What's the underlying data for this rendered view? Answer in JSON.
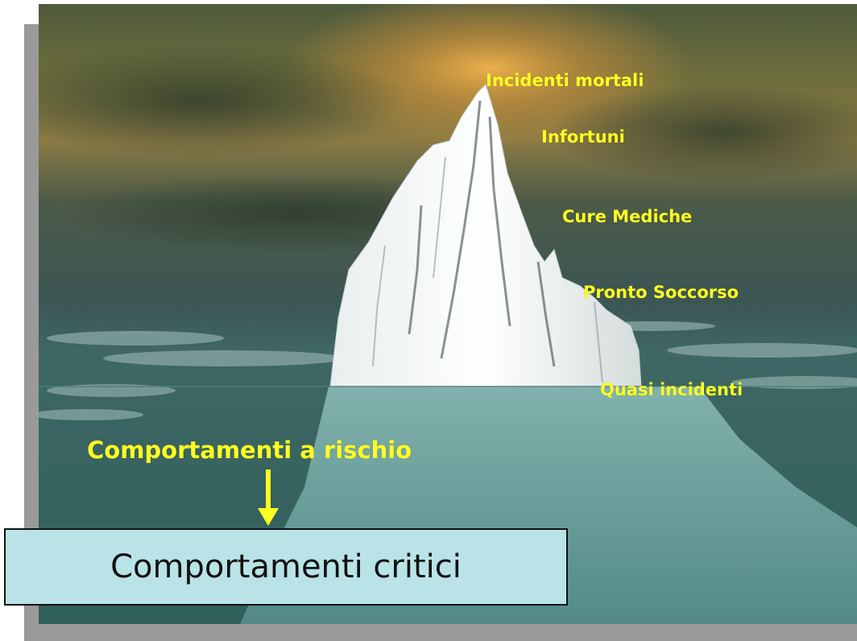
{
  "colors": {
    "label_yellow": "#ffff22",
    "box_fill": "#b9e3e6",
    "sea": "#2f5f5c",
    "sky_glow": "#e0a040"
  },
  "iceberg_levels": [
    "Incidenti mortali",
    "Infortuni",
    "Cure Mediche",
    "Pronto Soccorso",
    "Quasi incidenti"
  ],
  "risk_label": "Comportamenti a rischio",
  "critical_box": {
    "text": "Comportamenti critici"
  },
  "icons": {
    "arrow": "arrow-down-icon",
    "scene": "iceberg-image"
  }
}
